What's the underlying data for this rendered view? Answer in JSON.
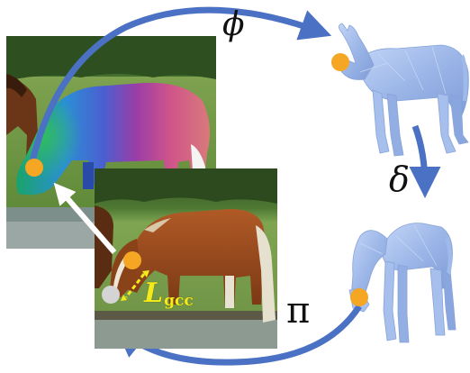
{
  "figure": {
    "labels": {
      "phi": "ϕ",
      "delta": "δ",
      "pi": "π",
      "loss_main": "L",
      "loss_sub": "gcc"
    },
    "colors": {
      "cycle_arrow": "#4a71c3",
      "back_arrow": "#ffffff",
      "keypoint": "#f5a623",
      "projected_point": "#d4d4d4",
      "loss_text": "#f2ea1c",
      "mesh": "#9fb9ea",
      "grass": "#6f8e42",
      "horse_brown": "#8a4219"
    },
    "components": {
      "top_photo": "embedding-colored-horse-photo",
      "bottom_photo": "grazing-horse-photo",
      "top_mesh": "horse-template-mesh",
      "bottom_mesh": "articulated-horse-mesh"
    }
  }
}
